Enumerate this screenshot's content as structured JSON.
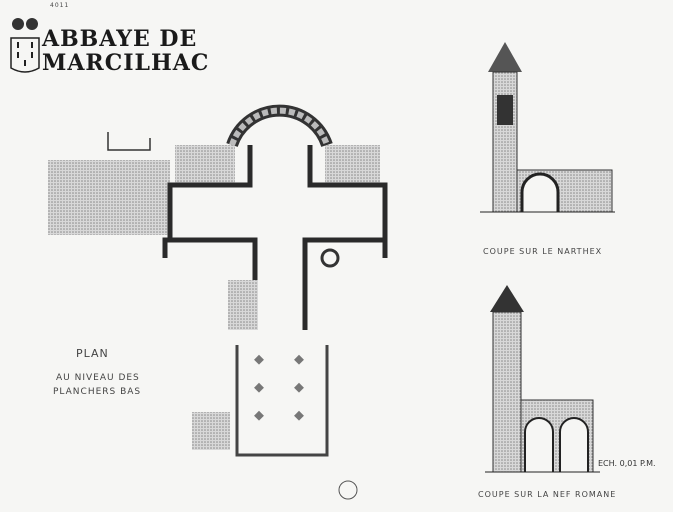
{
  "title": {
    "line1": "ABBAYE DE",
    "line2": "MARCILHAC"
  },
  "sheet_mark": "4011",
  "plan_label": {
    "title": "PLAN",
    "line1": "AU NIVEAU DES",
    "line2": "PLANCHERS BAS"
  },
  "section_narthex": "COUPE SUR LE NARTHEX",
  "section_nave": "COUPE SUR LA NEF ROMANE",
  "scale": "ECH. 0,01 P.M.",
  "colors": {
    "paper": "#f6f6f4",
    "ink": "#1a1a1a",
    "hatch": "#9a9a9a"
  }
}
